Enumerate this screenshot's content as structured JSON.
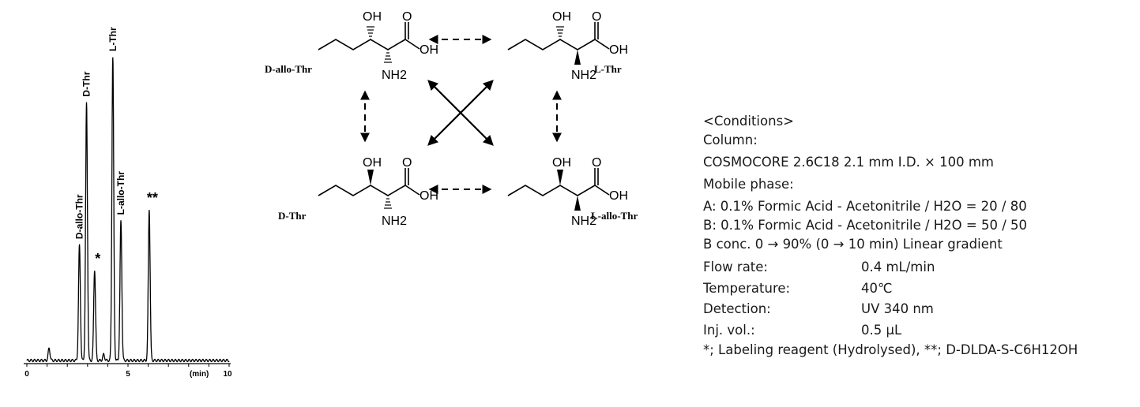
{
  "chart_data": {
    "type": "line",
    "xlabel": "(min)",
    "x_ticks": [
      0,
      5,
      10
    ],
    "xlim": [
      0,
      10
    ],
    "ylim": [
      0,
      1.0
    ],
    "grid": false,
    "peaks": [
      {
        "rt": 1.1,
        "height": 0.04
      },
      {
        "rt": 2.6,
        "height": 0.38,
        "label": "D-allo-Thr"
      },
      {
        "rt": 2.95,
        "height": 0.85,
        "label": "D-Thr"
      },
      {
        "rt": 3.35,
        "height": 0.3,
        "label": "*"
      },
      {
        "rt": 3.8,
        "height": 0.02
      },
      {
        "rt": 4.25,
        "height": 1.0,
        "label": "L-Thr"
      },
      {
        "rt": 4.65,
        "height": 0.46,
        "label": "L-allo-Thr"
      },
      {
        "rt": 6.05,
        "height": 0.5,
        "label": "**"
      }
    ]
  },
  "structures": {
    "d_allo_thr": "D-allo-Thr",
    "l_thr": "L-Thr",
    "d_thr": "D-Thr",
    "l_allo_thr": "L-allo-Thr",
    "oh": "OH",
    "o": "O",
    "nh2": "NH2"
  },
  "conditions": {
    "header": "<Conditions>",
    "column_label": "Column:",
    "column_value": "COSMOCORE 2.6C18   2.1 mm I.D. × 100 mm",
    "mobile_phase_label": "Mobile phase:",
    "mobile_a": "A: 0.1% Formic Acid - Acetonitrile / H2O = 20 / 80",
    "mobile_b": "B: 0.1% Formic Acid - Acetonitrile / H2O = 50 / 50",
    "gradient": "B conc. 0 → 90% (0 → 10 min) Linear gradient",
    "params": [
      {
        "key": "Flow rate:",
        "value": "0.4 mL/min"
      },
      {
        "key": "Temperature:",
        "value": "40℃"
      },
      {
        "key": "Detection:",
        "value": "UV 340 nm"
      },
      {
        "key": "Inj. vol.:",
        "value": "0.5 μL"
      }
    ],
    "footnote": "*; Labeling reagent (Hydrolysed), **; D-DLDA-S-C6H12OH"
  }
}
